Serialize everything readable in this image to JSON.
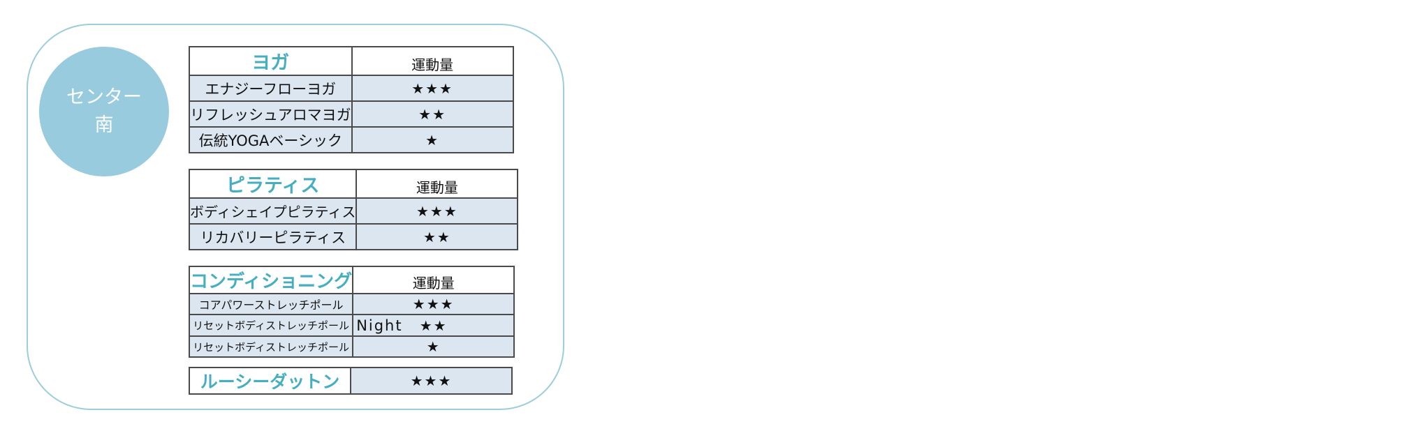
{
  "center": {
    "line1": "センター",
    "line2": "南"
  },
  "amount_label": "運動量",
  "yoga": {
    "title": "ヨガ",
    "rows": [
      {
        "name": "エナジーフローヨガ",
        "stars": "★★★"
      },
      {
        "name": "リフレッシュアロマヨガ",
        "stars": "★★"
      },
      {
        "name": "伝統YOGAベーシック",
        "stars": "★"
      }
    ]
  },
  "pilates": {
    "title": "ピラティス",
    "rows": [
      {
        "name": "ボディシェイプピラティス",
        "stars": "★★★"
      },
      {
        "name": "リカバリーピラティス",
        "stars": "★★"
      }
    ]
  },
  "conditioning": {
    "title": "コンディショニング",
    "rows": [
      {
        "name": "コアパワーストレッチポール",
        "stars": "★★★"
      },
      {
        "name": "リセットボディストレッチポール",
        "tag": "Night",
        "stars": "★★"
      },
      {
        "name": "リセットボディストレッチポール",
        "stars": "★"
      }
    ]
  },
  "lucy": {
    "title": "ルーシーダットン",
    "stars": "★★★"
  }
}
